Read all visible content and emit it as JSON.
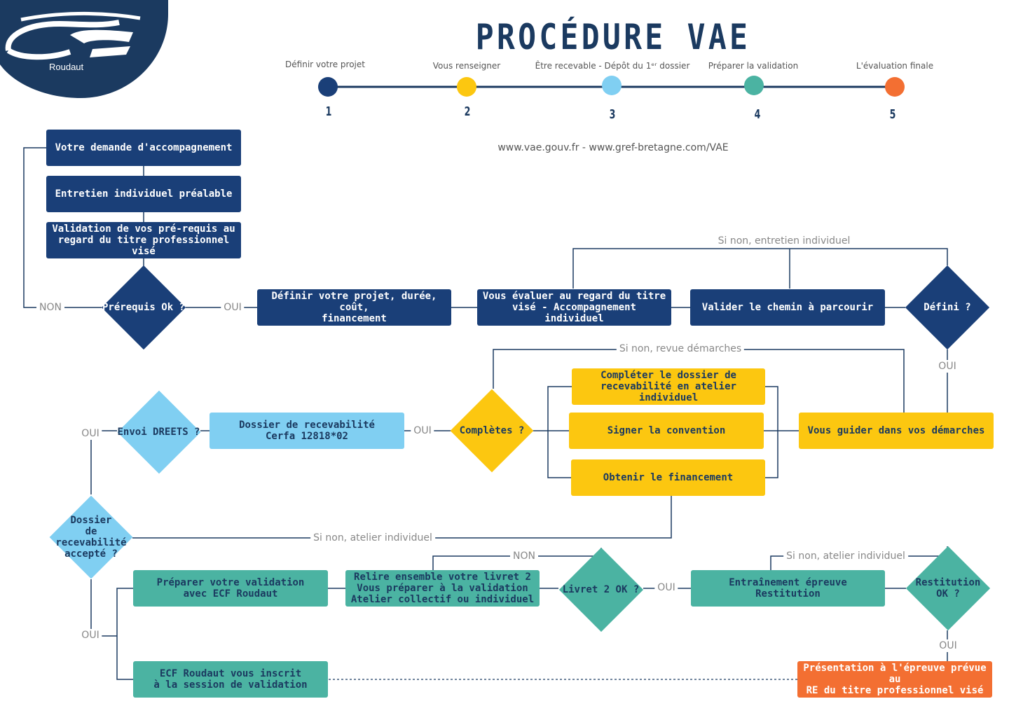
{
  "logo": {
    "main": "ecf",
    "sub": "Roudaut"
  },
  "title": "PROCÉDURE VAE",
  "timeline": {
    "steps": [
      {
        "num": "1",
        "label": "Définir votre projet",
        "color": "#1a3f78"
      },
      {
        "num": "2",
        "label": "Vous renseigner",
        "color": "#fcc710"
      },
      {
        "num": "3",
        "label": "Être recevable - Dépôt du 1ᵉʳ dossier",
        "color": "#80cff2"
      },
      {
        "num": "4",
        "label": "Préparer la validation",
        "color": "#4bb3a2"
      },
      {
        "num": "5",
        "label": "L'évaluation finale",
        "color": "#f36f32"
      }
    ]
  },
  "websites": "www.vae.gouv.fr - www.gref-bretagne.com/VAE",
  "nodes": {
    "demande": "Votre demande d'accompagnement",
    "entretien": "Entretien individuel préalable",
    "validation_prerequis": "Validation de vos pré-requis au\nregard du titre professionnel visé",
    "prerequis_ok": "Prérequis Ok ?",
    "definir_projet": "Définir votre projet, durée, coût,\nfinancement",
    "vous_evaluer": "Vous évaluer au regard du titre\nvisé - Accompagnement individuel",
    "valider_chemin": "Valider le chemin à parcourir",
    "defini": "Défini ?",
    "completer_dossier": "Compléter le dossier de\nrecevabilité en atelier individuel",
    "signer": "Signer la convention",
    "obtenir": "Obtenir le financement",
    "guider": "Vous guider dans vos démarches",
    "completes": "Complètes ?",
    "dossier_cerfa": "Dossier de recevabilité\nCerfa 12818*02",
    "envoi_dreets": "Envoi DREETS ?",
    "dossier_accepte": "Dossier\nde recevabilité\naccepté ?",
    "preparer_validation": "Préparer votre validation\navec ECF Roudaut",
    "relire": "Relire ensemble votre livret 2\nVous préparer à la validation\nAtelier collectif ou individuel",
    "livret_ok": "Livret 2 OK ?",
    "entrainement": "Entraînement épreuve\nRestitution",
    "restitution_ok": "Restitution\nOK ?",
    "presentation": "Présentation à l'épreuve prévue au\nRE du titre professionnel visé",
    "inscrit": "ECF Roudaut vous inscrit\nà la session de validation"
  },
  "labels": {
    "non_prerequis": "NON",
    "oui_prerequis": "OUI",
    "si_non_entretien": "Si non, entretien individuel",
    "oui_defini": "OUI",
    "si_non_revue": "Si non, revue démarches",
    "oui_completes": "OUI",
    "oui_envoi": "OUI",
    "si_non_atelier": "Si non, atelier individuel",
    "oui_accepte": "OUI",
    "non_livret": "NON",
    "oui_livret": "OUI",
    "si_non_atelier2": "Si non, atelier individuel",
    "oui_restitution": "OUI"
  },
  "colors": {
    "navy": "#1a3f78",
    "yellow": "#fcc710",
    "light_blue": "#80cff2",
    "teal": "#4bb3a2",
    "orange": "#f36f32",
    "title": "#1b3a60",
    "connector": "#1b3a60"
  }
}
